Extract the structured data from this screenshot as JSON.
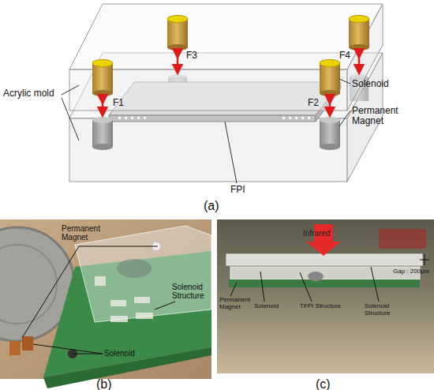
{
  "diagram": {
    "labels": [
      "F3",
      "F4",
      "F1",
      "F2",
      "Acrylic mold",
      "Solenoid",
      "Permanent Magnet",
      "FPI",
      "(a)",
      "Permanent Magnet",
      "Solenoid Structure",
      "Solenoid",
      "(b)",
      "Infrared",
      "Permanent Magnet",
      "Solenoid",
      "TFPI Structure",
      "Solenoid Structure",
      "Gap : 200μm",
      "(c)"
    ]
  }
}
